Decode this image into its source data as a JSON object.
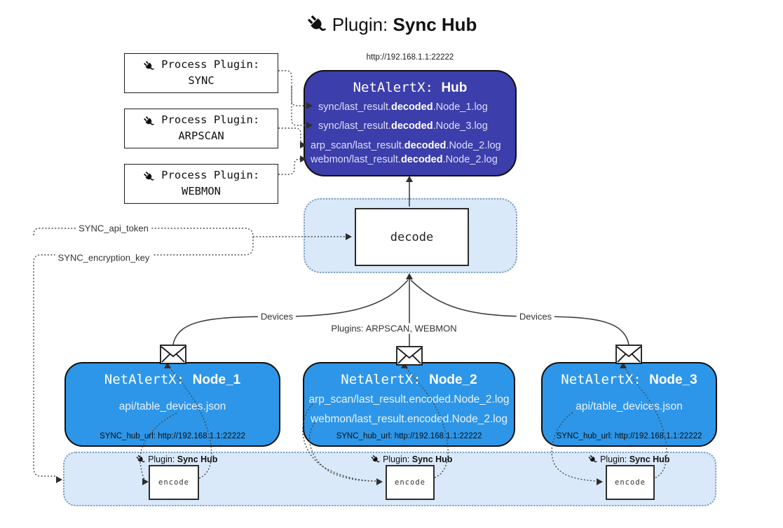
{
  "title": {
    "prefix": "Plugin: ",
    "name": "Sync Hub"
  },
  "hub": {
    "url": "http://192.168.1.1:22222",
    "title_prefix": "NetAlertX: ",
    "title_name": "Hub",
    "logs": [
      {
        "pre": "sync/last_result.",
        "bold": "decoded",
        "post": ".Node_1.log"
      },
      {
        "pre": "sync/last_result.",
        "bold": "decoded",
        "post": ".Node_3.log"
      },
      {
        "pre": "arp_scan/last_result.",
        "bold": "decoded",
        "post": ".Node_2.log"
      },
      {
        "pre": "webmon/last_result.",
        "bold": "decoded",
        "post": ".Node_2.log"
      }
    ]
  },
  "process_plugins": [
    {
      "label": "Process Plugin:",
      "name": "SYNC"
    },
    {
      "label": "Process Plugin:",
      "name": "ARPSCAN"
    },
    {
      "label": "Process Plugin:",
      "name": "WEBMON"
    }
  ],
  "decode": {
    "label": "decode"
  },
  "edges": {
    "api_token": "SYNC_api_token",
    "encryption_key": "SYNC_encryption_key",
    "devices_left": "Devices",
    "plugins_mid": "Plugins: ARPSCAN, WEBMON",
    "devices_right": "Devices"
  },
  "nodes": [
    {
      "title_prefix": "NetAlertX: ",
      "title_name": "Node_1",
      "lines": [
        "api/table_devices.json"
      ],
      "hub_url": "SYNC_hub_url: http://192.168.1.1:22222"
    },
    {
      "title_prefix": "NetAlertX: ",
      "title_name": "Node_2",
      "lines": [
        "arp_scan/last_result.encoded.Node_2.log",
        "webmon/last_result.encoded.Node_2.log"
      ],
      "hub_url": "SYNC_hub_url: http://192.168.1.1:22222"
    },
    {
      "title_prefix": "NetAlertX: ",
      "title_name": "Node_3",
      "lines": [
        "api/table_devices.json"
      ],
      "hub_url": "SYNC_hub_url: http://192.168.1.1:22222"
    }
  ],
  "encoder": {
    "label_prefix": "Plugin: ",
    "label_name": "Sync Hub",
    "box_label": "encode"
  },
  "colors": {
    "hub_fill": "#3c3eab",
    "node_fill": "#2d96e8",
    "panel_fill": "#d9e9f9",
    "panel_border": "#7d9cbe"
  }
}
